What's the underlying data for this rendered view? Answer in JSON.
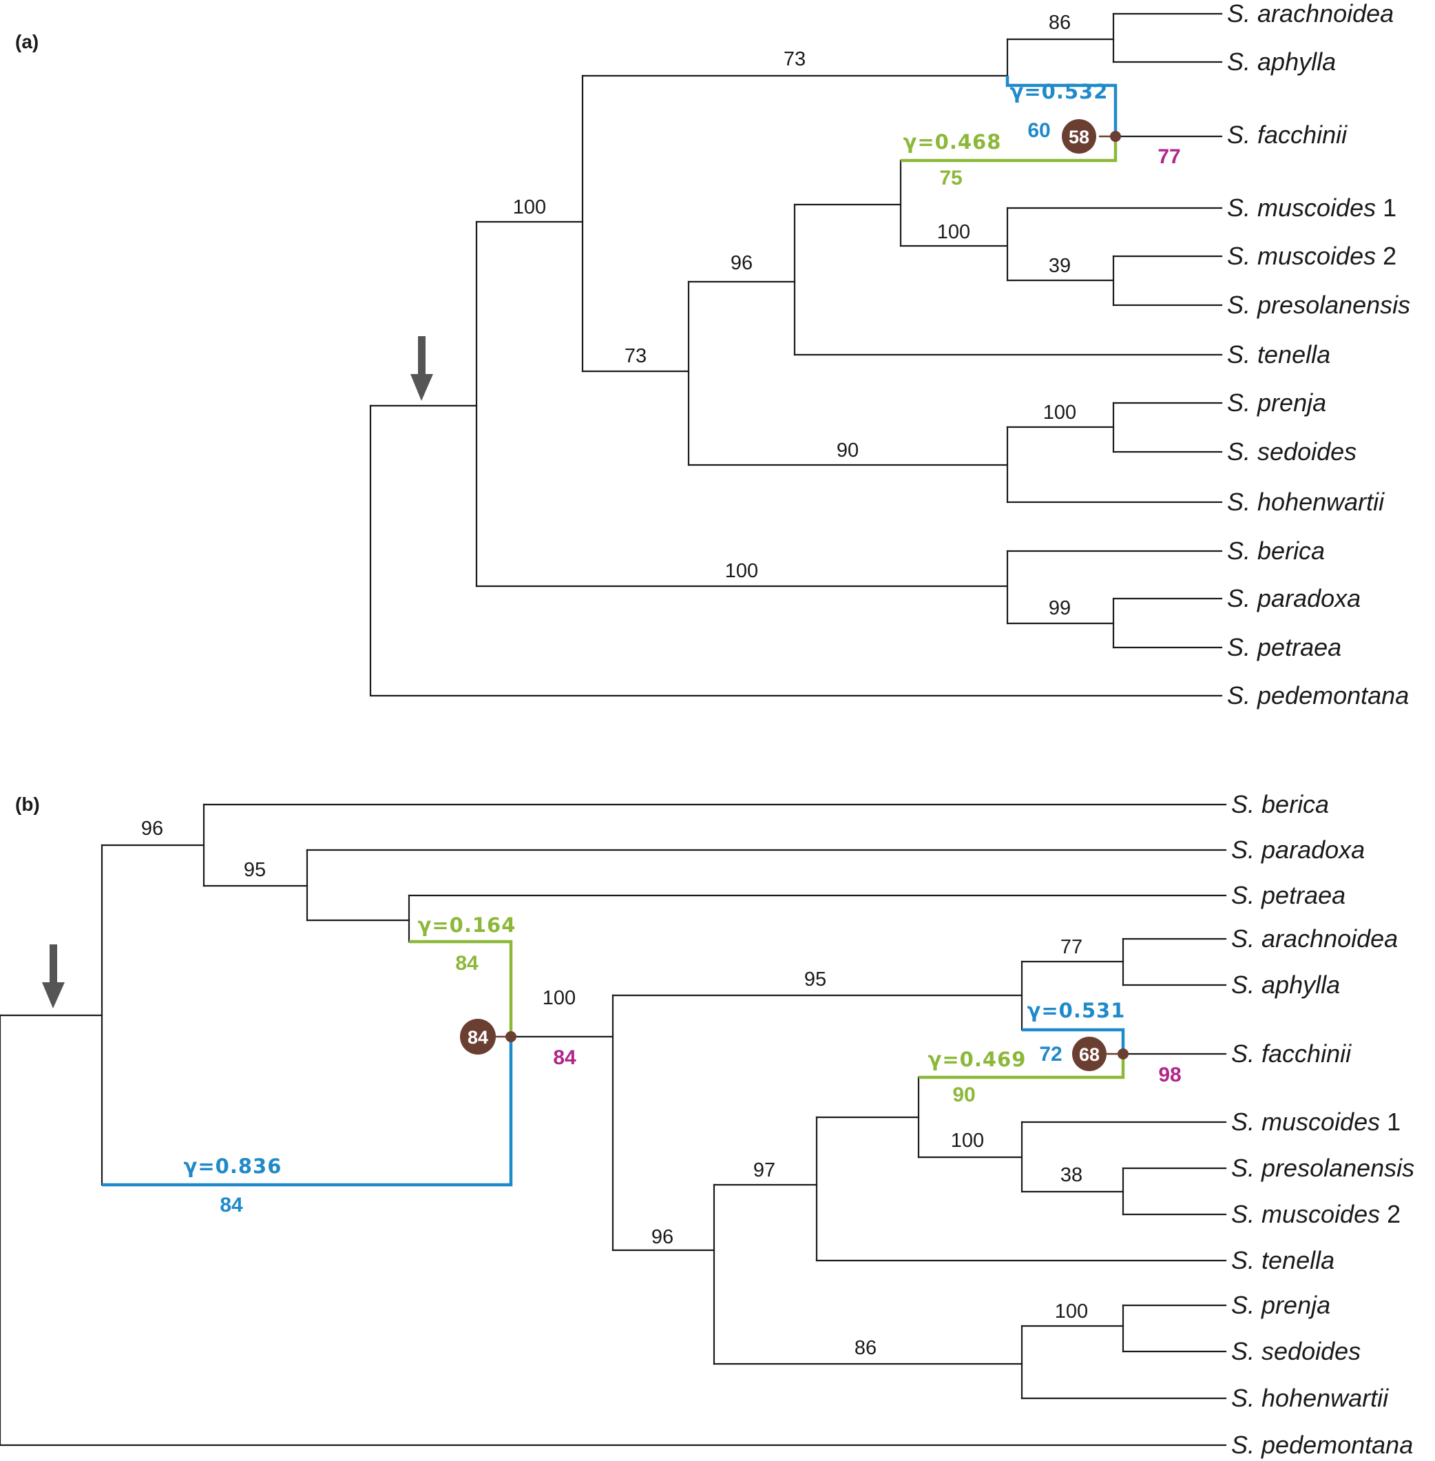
{
  "panel_a": {
    "label": "(a)",
    "taxa": {
      "arachnoidea": {
        "genus": "S.",
        "species": "arachnoidea",
        "suffix": ""
      },
      "aphylla": {
        "genus": "S.",
        "species": "aphylla",
        "suffix": ""
      },
      "facchinii": {
        "genus": "S.",
        "species": "facchinii",
        "suffix": ""
      },
      "muscoides1": {
        "genus": "S.",
        "species": "muscoides",
        "suffix": "1"
      },
      "muscoides2": {
        "genus": "S.",
        "species": "muscoides",
        "suffix": "2"
      },
      "presolanensis": {
        "genus": "S.",
        "species": "presolanensis",
        "suffix": ""
      },
      "tenella": {
        "genus": "S.",
        "species": "tenella",
        "suffix": ""
      },
      "prenja": {
        "genus": "S.",
        "species": "prenja",
        "suffix": ""
      },
      "sedoides": {
        "genus": "S.",
        "species": "sedoides",
        "suffix": ""
      },
      "hohenwartii": {
        "genus": "S.",
        "species": "hohenwartii",
        "suffix": ""
      },
      "berica": {
        "genus": "S.",
        "species": "berica",
        "suffix": ""
      },
      "paradoxa": {
        "genus": "S.",
        "species": "paradoxa",
        "suffix": ""
      },
      "petraea": {
        "genus": "S.",
        "species": "petraea",
        "suffix": ""
      },
      "pedemontana": {
        "genus": "S.",
        "species": "pedemontana",
        "suffix": ""
      }
    },
    "support": {
      "n86": "86",
      "n73_top": "73",
      "n100_ingroup": "100",
      "n96": "96",
      "n100_musc": "100",
      "n39": "39",
      "n73_mid": "73",
      "n100_prenja": "100",
      "n90": "90",
      "n100_berica": "100",
      "n99": "99"
    },
    "hybrid": {
      "gamma_blue": "γ=0.532",
      "support_blue": "60",
      "gamma_green": "γ=0.468",
      "support_green": "75",
      "node_support": "58",
      "edge_support": "77"
    }
  },
  "panel_b": {
    "label": "(b)",
    "taxa": {
      "berica": {
        "genus": "S.",
        "species": "berica",
        "suffix": ""
      },
      "paradoxa": {
        "genus": "S.",
        "species": "paradoxa",
        "suffix": ""
      },
      "petraea": {
        "genus": "S.",
        "species": "petraea",
        "suffix": ""
      },
      "arachnoidea": {
        "genus": "S.",
        "species": "arachnoidea",
        "suffix": ""
      },
      "aphylla": {
        "genus": "S.",
        "species": "aphylla",
        "suffix": ""
      },
      "facchinii": {
        "genus": "S.",
        "species": "facchinii",
        "suffix": ""
      },
      "muscoides1": {
        "genus": "S.",
        "species": "muscoides",
        "suffix": "1"
      },
      "presolanensis": {
        "genus": "S.",
        "species": "presolanensis",
        "suffix": ""
      },
      "muscoides2": {
        "genus": "S.",
        "species": "muscoides",
        "suffix": "2"
      },
      "tenella": {
        "genus": "S.",
        "species": "tenella",
        "suffix": ""
      },
      "prenja": {
        "genus": "S.",
        "species": "prenja",
        "suffix": ""
      },
      "sedoides": {
        "genus": "S.",
        "species": "sedoides",
        "suffix": ""
      },
      "hohenwartii": {
        "genus": "S.",
        "species": "hohenwartii",
        "suffix": ""
      },
      "pedemontana": {
        "genus": "S.",
        "species": "pedemontana",
        "suffix": ""
      }
    },
    "support": {
      "n96_top": "96",
      "n95_par": "95",
      "n100_core": "100",
      "n95_arach": "95",
      "n77": "77",
      "n100_musc": "100",
      "n38": "38",
      "n97": "97",
      "n96_mid": "96",
      "n86": "86",
      "n100_prenja": "100"
    },
    "hybrid1": {
      "gamma_green": "γ=0.164",
      "support_green": "84",
      "gamma_blue": "γ=0.836",
      "support_blue": "84",
      "node_support": "84",
      "edge_support": "84"
    },
    "hybrid2": {
      "gamma_blue": "γ=0.531",
      "support_blue": "72",
      "gamma_green": "γ=0.469",
      "support_green": "90",
      "node_support": "68",
      "edge_support": "98"
    }
  }
}
